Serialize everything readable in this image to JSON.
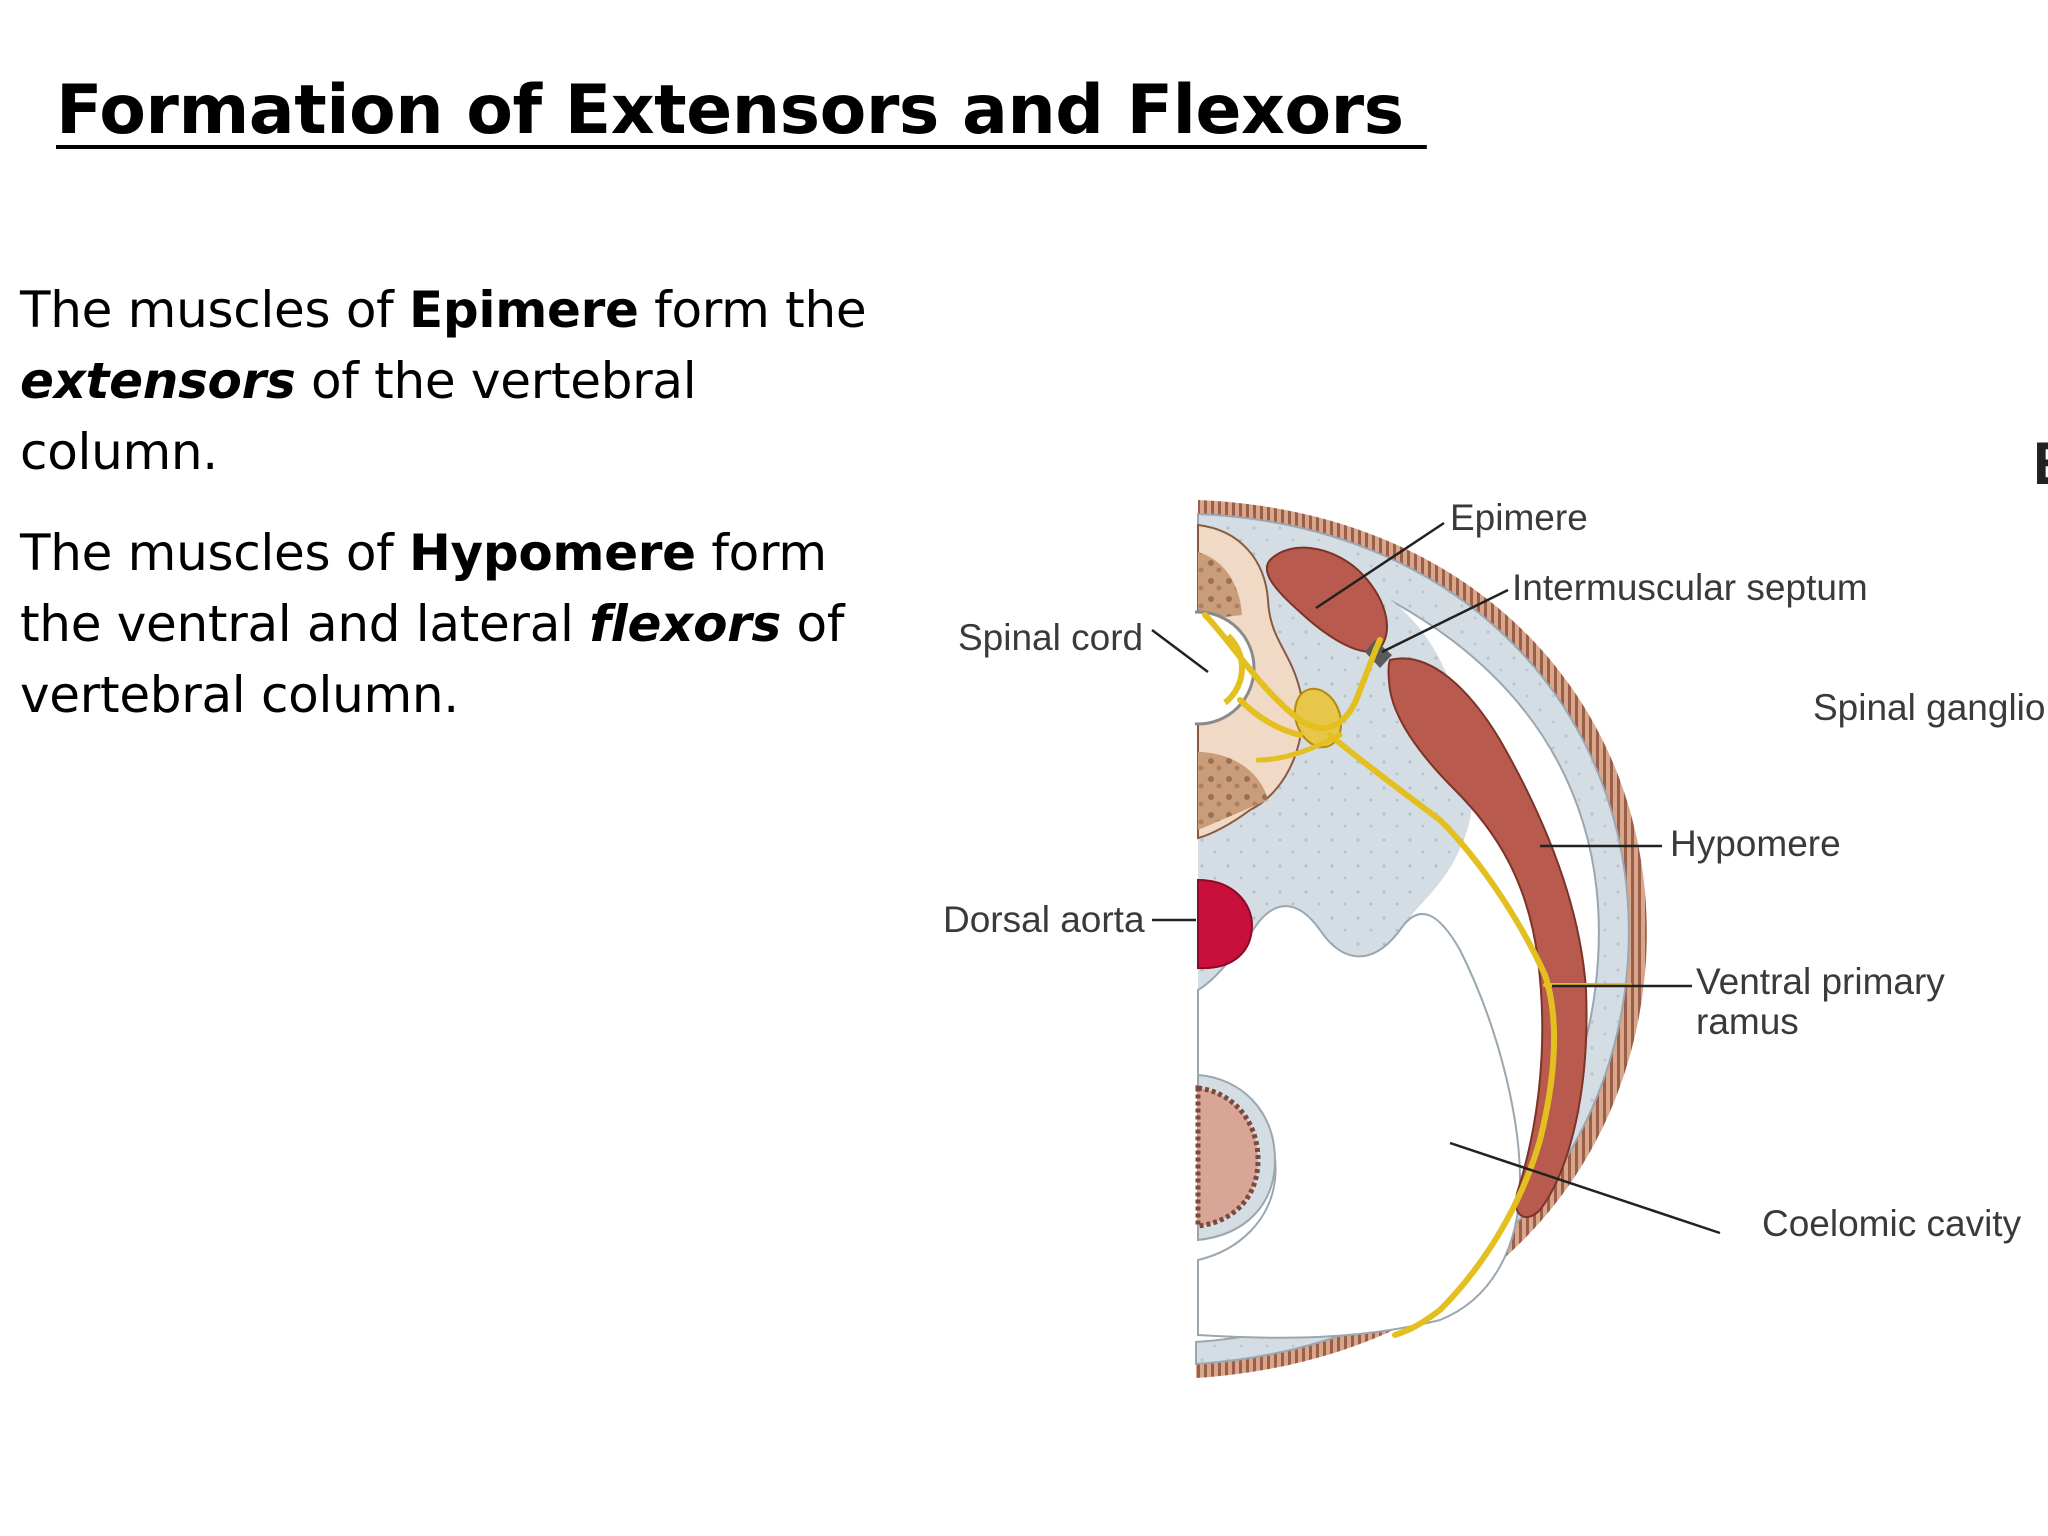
{
  "slide": {
    "title": "Formation of Extensors and Flexors "
  },
  "paragraphs": [
    {
      "text_1": "The muscles of ",
      "bold": "Epimere",
      "text_2": " form the ",
      "bold_italic": "extensors",
      "text_3": " of the vertebral column."
    },
    {
      "text_1": "The muscles of ",
      "bold": "Hypomere",
      "text_2": " form the ventral and lateral ",
      "bold_italic": "flexors",
      "text_3": " of vertebral column."
    }
  ],
  "diagram": {
    "labels": {
      "epimere": "Epimere",
      "intermuscular_septum": "Intermuscular septum",
      "spinal_cord": "Spinal cord",
      "spinal_ganglion": "Spinal ganglion",
      "hypomere": "Hypomere",
      "dorsal_aorta": "Dorsal aorta",
      "ventral_primary_ramus_1": "Ventral primary",
      "ventral_primary_ramus_2": "ramus",
      "coelomic_cavity": "Coelomic cavity",
      "cut_off_letter": "E"
    },
    "colors": {
      "mesenchyme": "#d4dde4",
      "muscle": "#b85a4e",
      "body_wall": "#9a5f4a",
      "nerve": "#e3c020",
      "aorta": "#c8103a",
      "vertebra": "#c99c7a",
      "gut": "#d9a596"
    }
  }
}
